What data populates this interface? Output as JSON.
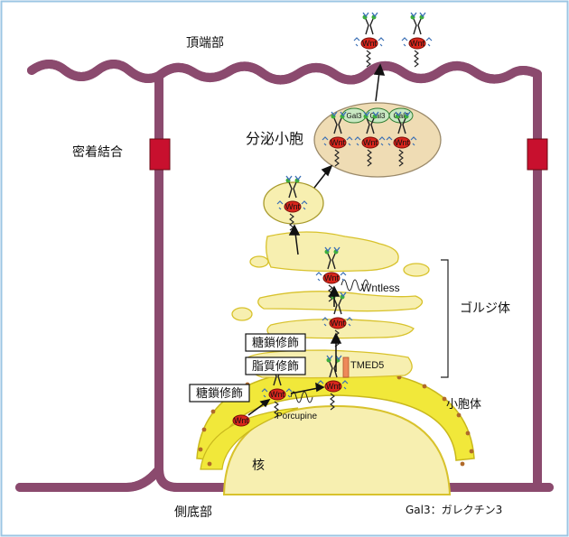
{
  "labels": {
    "apical": "頂端部",
    "tight_junction": "密着結合",
    "secretory_vesicle": "分泌小胞",
    "golgi": "ゴルジ体",
    "wntless": "Wntless",
    "glyco_mod_upper": "糖鎖修飾",
    "lipid_mod": "脂質修飾",
    "glyco_mod_lower": "糖鎖修飾",
    "tmed5": "TMED5",
    "porcupine": "Porcupine",
    "er": "小胞体",
    "nucleus": "核",
    "basolateral": "側底部",
    "legend": "Gal3：ガレクチン3"
  },
  "molecules": {
    "wnt": "Wnt",
    "gal3": "Gal3"
  },
  "colors": {
    "membrane": "#e6b3d0",
    "membrane_edge": "#8b4a6e",
    "junction": "#c8102e",
    "golgi": "#f7efb0",
    "vesicle": "#efdcb4",
    "er": "#f1e83a",
    "wnt": "#d9261c",
    "ribosome": "#b06a2a",
    "tmed5": "#ee8a5a"
  }
}
